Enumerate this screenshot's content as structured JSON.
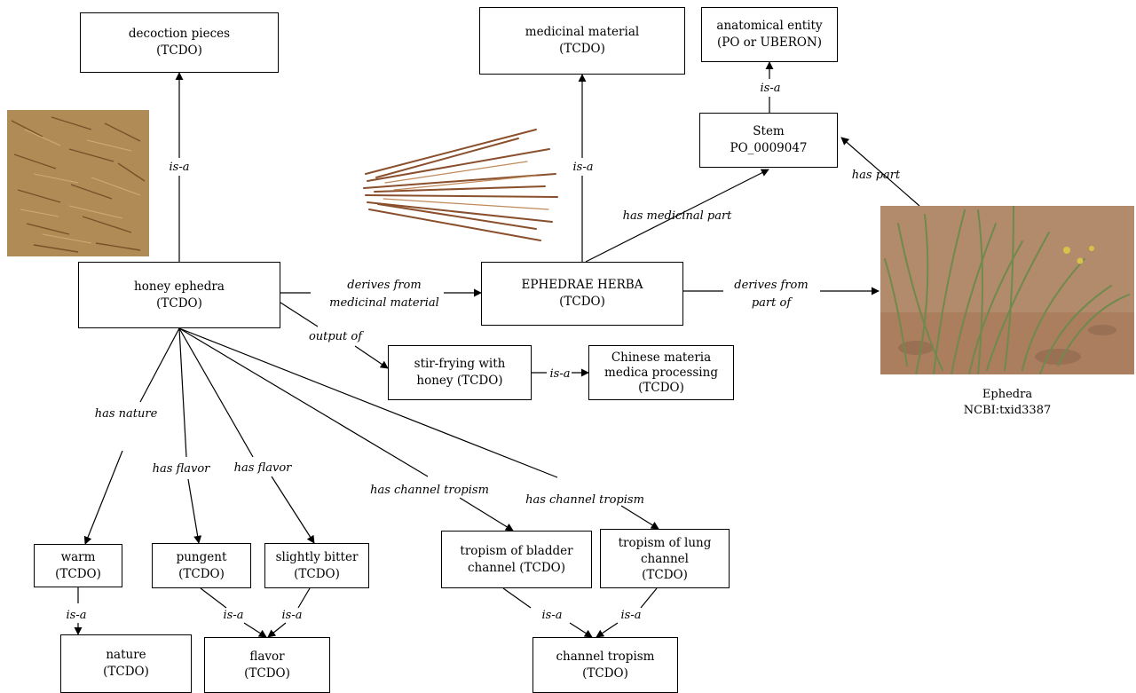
{
  "nodes": {
    "decoction_pieces": {
      "line1": "decoction pieces",
      "line2": "(TCDO)"
    },
    "medicinal_material": {
      "line1": "medicinal material",
      "line2": "(TCDO)"
    },
    "anatomical_entity": {
      "line1": "anatomical entity",
      "line2": "(PO or UBERON)"
    },
    "stem": {
      "line1": "Stem",
      "line2": "PO_0009047"
    },
    "honey_ephedra": {
      "line1": "honey ephedra",
      "line2": "(TCDO)"
    },
    "ephedrae_herba": {
      "line1": "EPHEDRAE HERBA",
      "line2": "(TCDO)"
    },
    "stir_frying": {
      "line1": "stir-frying with",
      "line2": "honey (TCDO)"
    },
    "cmm_processing": {
      "line1": "Chinese materia",
      "line2": "medica processing",
      "line3": "(TCDO)"
    },
    "warm": {
      "line1": "warm",
      "line2": "(TCDO)"
    },
    "pungent": {
      "line1": "pungent",
      "line2": "(TCDO)"
    },
    "slightly_bitter": {
      "line1": "slightly bitter",
      "line2": "(TCDO)"
    },
    "tropism_bladder": {
      "line1": "tropism of bladder",
      "line2": "channel (TCDO)"
    },
    "tropism_lung": {
      "line1": "tropism of lung",
      "line2": "channel",
      "line3": "(TCDO)"
    },
    "nature": {
      "line1": "nature",
      "line2": "(TCDO)"
    },
    "flavor": {
      "line1": "flavor",
      "line2": "(TCDO)"
    },
    "channel_tropism": {
      "line1": "channel tropism",
      "line2": "(TCDO)"
    }
  },
  "edge_labels": {
    "is_a": "is-a",
    "has_medicinal_part": "has medicinal part",
    "has_part": "has part",
    "derives_from_mm_1": "derives from",
    "derives_from_mm_2": "medicinal material",
    "derives_from_po_1": "derives from",
    "derives_from_po_2": "part of",
    "output_of": "output of",
    "has_nature": "has nature",
    "has_flavor": "has flavor",
    "has_channel_tropism": "has channel tropism"
  },
  "ephedra_caption": {
    "line1": "Ephedra",
    "line2": "NCBI:txid3387"
  },
  "colors": {
    "line": "#000000",
    "photo_pieces": "#a67a3e",
    "photo_herb": "#8a4f2c",
    "photo_plant_bg": "#b28a6c",
    "photo_plant_stem": "#6f8a4c"
  }
}
